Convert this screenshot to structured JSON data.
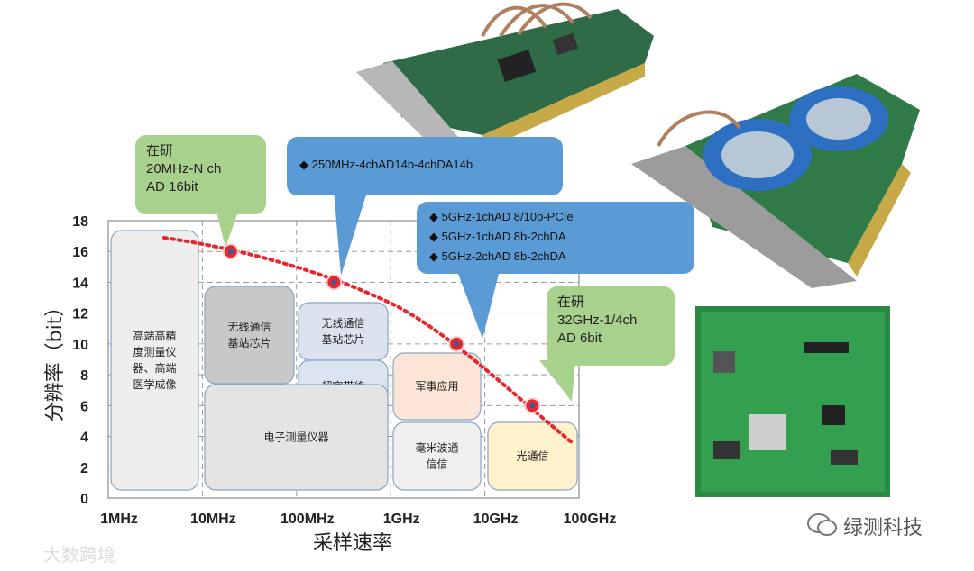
{
  "chart_data": {
    "type": "scatter",
    "ylabel": "分辨率（bit）",
    "xlabel": "采样速率",
    "x_ticks": [
      "1MHz",
      "10MHz",
      "100MHz",
      "1GHz",
      "10GHz",
      "100GHz"
    ],
    "y_ticks": [
      "0",
      "2",
      "4",
      "6",
      "8",
      "10",
      "12",
      "14",
      "16",
      "18"
    ],
    "ylim": [
      0,
      18
    ],
    "grid": true,
    "points": [
      {
        "x": "20MHz",
        "y": 16
      },
      {
        "x": "250MHz",
        "y": 14
      },
      {
        "x": "5GHz",
        "y": 10
      },
      {
        "x": "32GHz",
        "y": 6
      }
    ],
    "regions": [
      {
        "label": "高端高精度测量仪器、高端医学成像",
        "fill": "#eeeeee"
      },
      {
        "label": "无线通信基站芯片",
        "fill": "#c8c8c8"
      },
      {
        "label": "无线通信基站芯片",
        "fill": "#dde3ee"
      },
      {
        "label": "超宽带终端",
        "fill": "#dbe5f1"
      },
      {
        "label": "电子测量仪器",
        "fill": "#e4e4e4"
      },
      {
        "label": "军事应用",
        "fill": "#fbe5d6"
      },
      {
        "label": "毫米波通信信",
        "fill": "#efefef"
      },
      {
        "label": "光通信",
        "fill": "#fff2cc"
      }
    ]
  },
  "callouts": {
    "c1": {
      "lines": [
        "在研",
        "20MHz-N ch",
        "AD 16bit"
      ]
    },
    "c2": {
      "lines": [
        "◆ 250MHz-4chAD14b-4chDA14b"
      ]
    },
    "c3": {
      "lines": [
        "◆ 5GHz-1chAD 8/10b-PCIe",
        "◆ 5GHz-1chAD 8b-2chDA",
        "◆ 5GHz-2chAD 8b-2chDA"
      ]
    },
    "c4": {
      "lines": [
        "在研",
        "32GHz-1/4ch",
        "AD 6bit"
      ]
    }
  },
  "brand": "绿测科技",
  "watermark": "大数跨境",
  "colors": {
    "dot": "#e8262e",
    "trend": "#e8262e",
    "green_callout": "#a9d18e",
    "blue_callout": "#5b9bd5"
  }
}
